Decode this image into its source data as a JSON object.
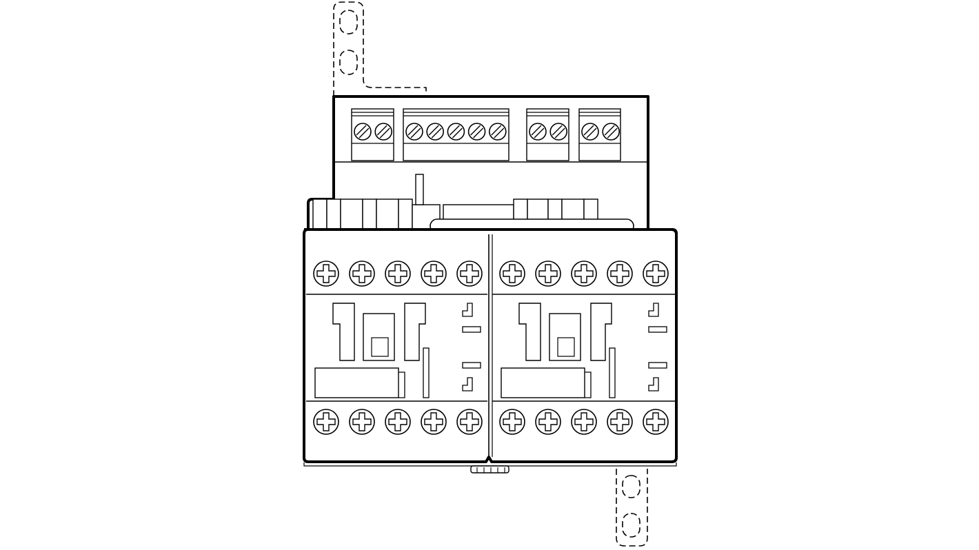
{
  "drawing": {
    "background": "#ffffff",
    "line_color": "#000000",
    "fill_color": "#ffffff",
    "dashed_color": "#000000"
  },
  "components": {
    "control_terminal_strips": [
      {
        "screw_count": 2,
        "screw_icon": "slotted-screw-icon"
      },
      {
        "screw_count": 5,
        "screw_icon": "slotted-screw-icon"
      },
      {
        "screw_count": 2,
        "screw_icon": "slotted-screw-icon"
      },
      {
        "screw_count": 2,
        "screw_icon": "slotted-screw-icon"
      }
    ],
    "contactors": [
      {
        "top_screw_count": 5,
        "bottom_screw_count": 5,
        "screw_icon": "phillips-screw-icon"
      },
      {
        "top_screw_count": 5,
        "bottom_screw_count": 5,
        "screw_icon": "phillips-screw-icon"
      }
    ],
    "mounting_brackets": [
      {
        "style": "dashed",
        "hole_count": 2
      },
      {
        "style": "dashed",
        "hole_count": 2
      }
    ]
  }
}
